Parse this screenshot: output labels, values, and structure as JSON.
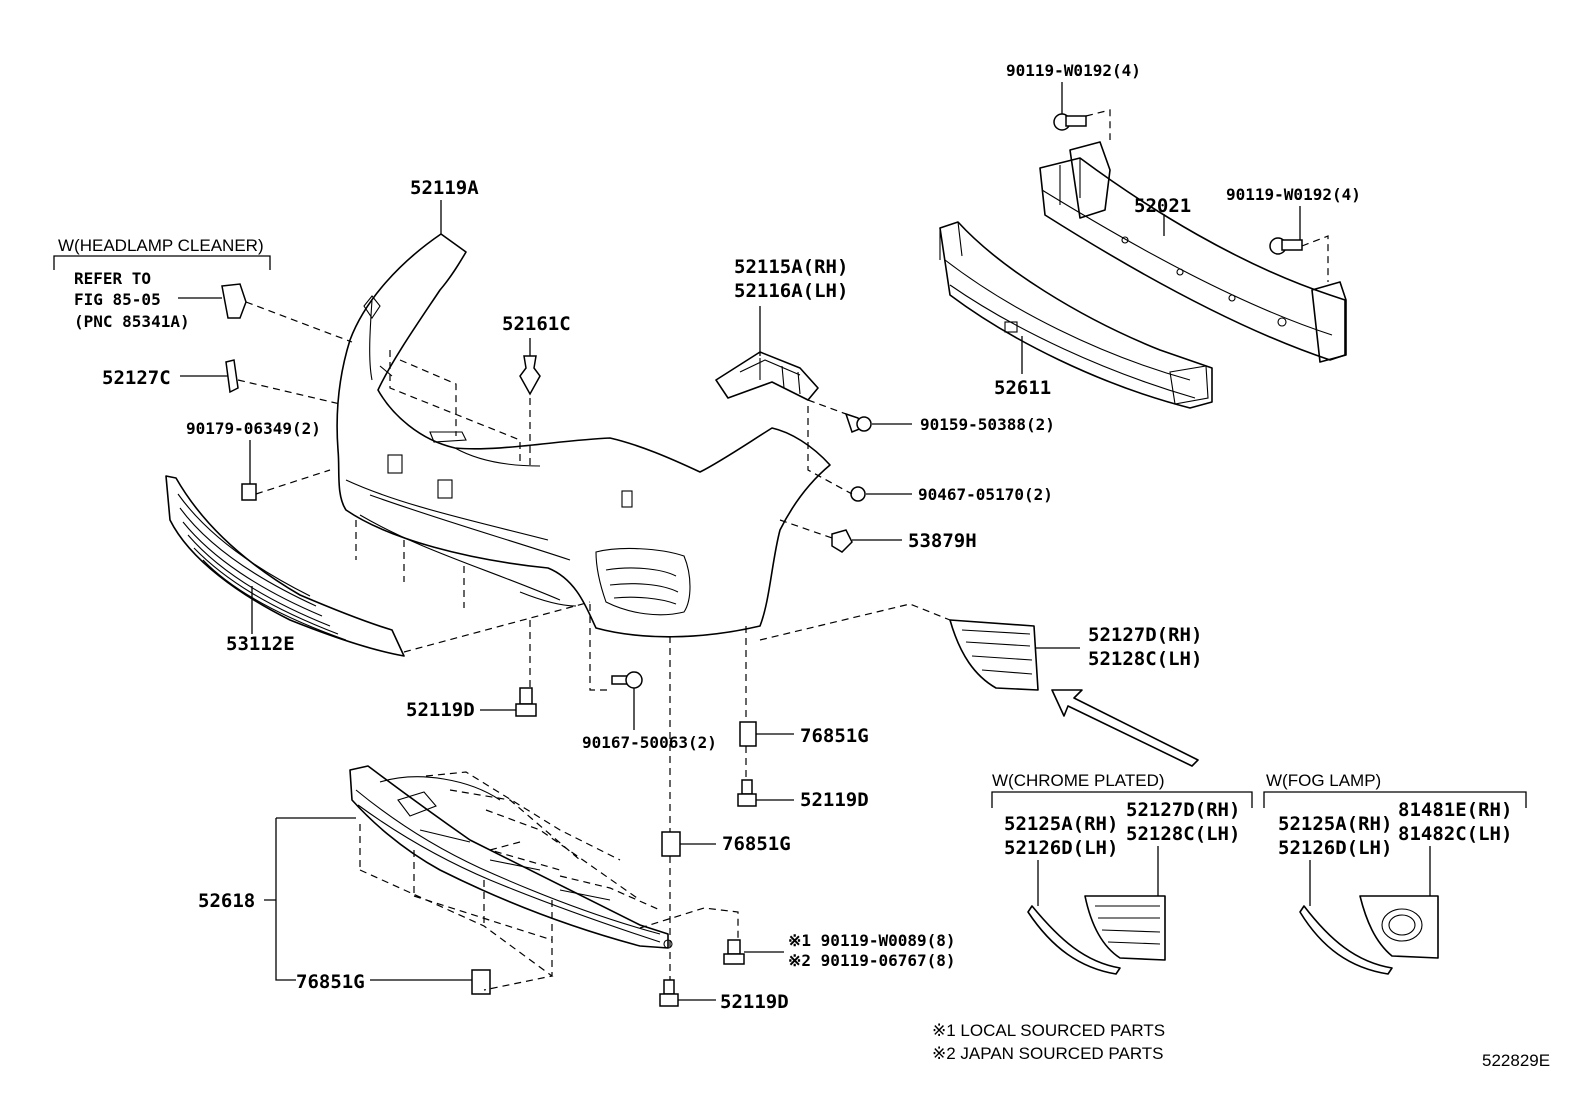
{
  "diagram": {
    "diagram_id": "522829E",
    "groups": {
      "headlamp_cleaner": "W(HEADLAMP CLEANER)",
      "chrome_plated": "W(CHROME PLATED)",
      "fog_lamp": "W(FOG LAMP)"
    },
    "refer": {
      "line1": "REFER TO",
      "line2": "FIG 85-05",
      "line3": "(PNC 85341A)"
    },
    "parts": {
      "p52119A": "52119A",
      "p52127C": "52127C",
      "p90179": "90179-06349(2)",
      "p53112E": "53112E",
      "p52161C": "52161C",
      "p52115A": "52115A(RH)",
      "p52116A": "52116A(LH)",
      "p90159": "90159-50388(2)",
      "p90467": "90467-05170(2)",
      "p53879H": "53879H",
      "p52021": "52021",
      "p52611": "52611",
      "p90119_top": "90119-W0192(4)",
      "p90119_right": "90119-W0192(4)",
      "p52127D": "52127D(RH)",
      "p52128C": "52128C(LH)",
      "p52119D_a": "52119D",
      "p90167": "90167-50063(2)",
      "p76851G_a": "76851G",
      "p52119D_b": "52119D",
      "p76851G_b": "76851G",
      "p52618": "52618",
      "p76851G_c": "76851G",
      "p90119_w0089": "※1 90119-W0089(8)",
      "p90119_06767": "※2 90119-06767(8)",
      "p52119D_c": "52119D",
      "cp_52125A": "52125A(RH)",
      "cp_52126D": "52126D(LH)",
      "cp_52127D": "52127D(RH)",
      "cp_52128C": "52128C(LH)",
      "fl_52125A": "52125A(RH)",
      "fl_52126D": "52126D(LH)",
      "fl_81481E": "81481E(RH)",
      "fl_81482C": "81482C(LH)"
    },
    "notes": {
      "note1": "※1 LOCAL SOURCED PARTS",
      "note2": "※2 JAPAN SOURCED PARTS"
    }
  }
}
